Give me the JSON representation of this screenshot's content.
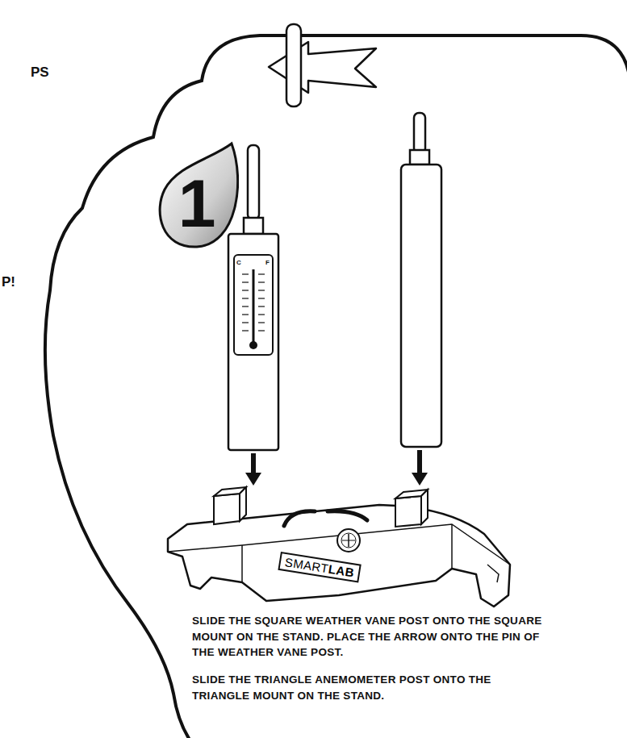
{
  "diagram": {
    "nodes": [
      {
        "text": [
          "1"
        ]
      }
    ],
    "labels": [
      "PS",
      "P!",
      "C",
      "F",
      "SMART",
      "LAB",
      "SLIDE THE SQUARE WEATHER VANE POST ONTO THE SQUARE MOUNT ON THE STAND. PLACE THE ARROW ONTO THE PIN OF THE WEATHER VANE POST.",
      "SLIDE THE TRIANGLE ANEMOMETER POST ONTO THE TRIANGLE MOUNT ON THE STAND."
    ]
  }
}
